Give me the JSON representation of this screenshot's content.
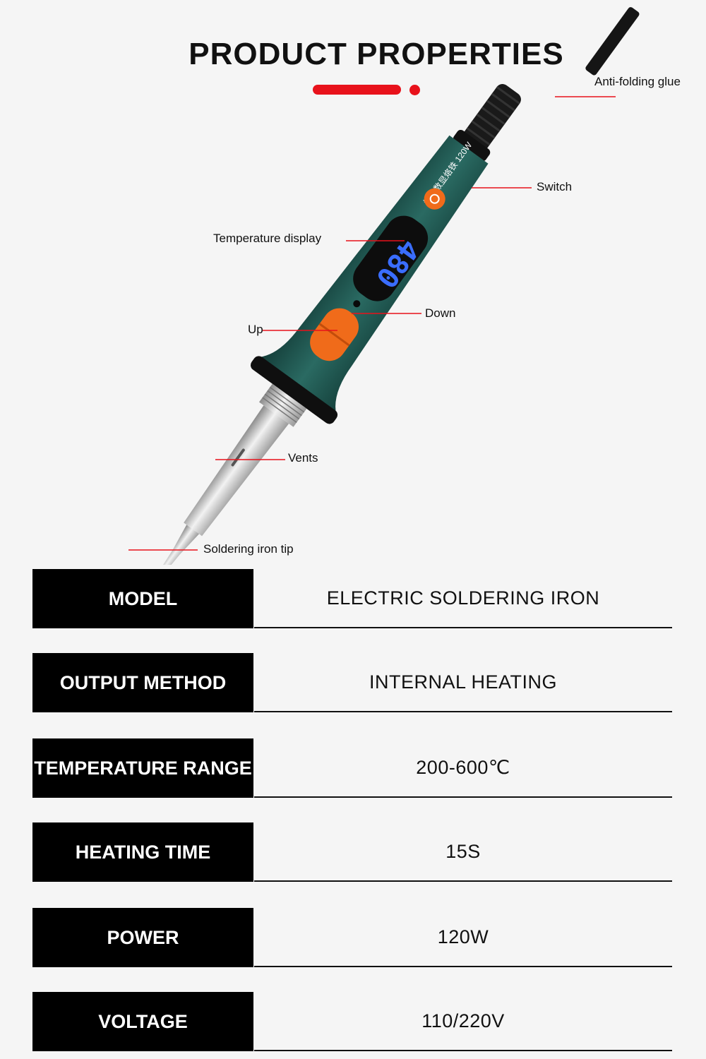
{
  "title": "PRODUCT PROPERTIES",
  "colors": {
    "accent": "#e8121b",
    "handle": "#1f5a53",
    "button": "#f06b1a",
    "display_text": "#3a6dff"
  },
  "callouts": {
    "anti_folding": "Anti-folding glue",
    "switch": "Switch",
    "temperature_display": "Temperature display",
    "down": "Down",
    "up": "Up",
    "vents": "Vents",
    "tip": "Soldering iron tip"
  },
  "display_reading": "480",
  "handle_text": "恒温数显烙铁 120W",
  "specs": [
    {
      "key": "MODEL",
      "value": "ELECTRIC SOLDERING IRON"
    },
    {
      "key": "OUTPUT METHOD",
      "value": "INTERNAL HEATING"
    },
    {
      "key": "TEMPERATURE RANGE",
      "value": "200-600℃"
    },
    {
      "key": "HEATING TIME",
      "value": "15S"
    },
    {
      "key": "POWER",
      "value": "120W"
    },
    {
      "key": "VOLTAGE",
      "value": "110/220V"
    }
  ]
}
